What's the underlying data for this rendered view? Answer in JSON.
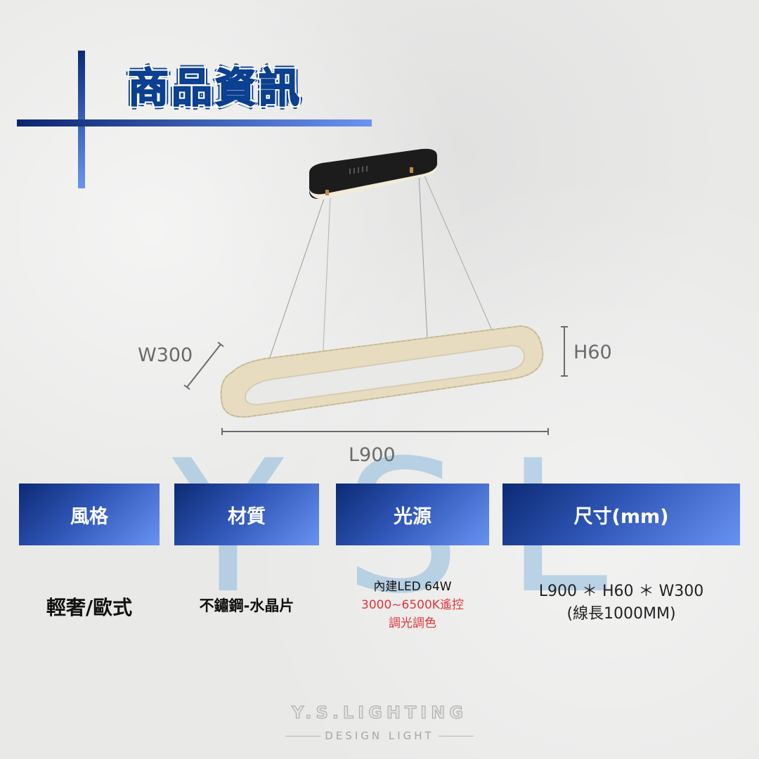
{
  "header": {
    "title": "商品資訊"
  },
  "watermark": {
    "letters": [
      "Y",
      "S",
      "L"
    ]
  },
  "dimensions_diagram": {
    "width_label": "W300",
    "height_label": "H60",
    "length_label": "L900"
  },
  "specs": [
    {
      "header": "風格",
      "value_lines": [
        "輕奢/歐式"
      ]
    },
    {
      "header": "材質",
      "value_lines": [
        "不鏽鋼-水晶片"
      ]
    },
    {
      "header": "光源",
      "value_lines": [
        "內建LED 64W",
        "3000~6500K遙控",
        "調光調色"
      ]
    },
    {
      "header": "尺寸(mm)",
      "value_lines": [
        "L900 ＊ H60 ＊ W300",
        "(線長1000MM)"
      ]
    }
  ],
  "colors": {
    "accent_dark": "#0c2a74",
    "accent_light": "#6892f2",
    "highlight_red": "#e0363a"
  },
  "brand": {
    "name": "Y.S.LIGHTING",
    "tagline": "DESIGN LIGHT"
  }
}
